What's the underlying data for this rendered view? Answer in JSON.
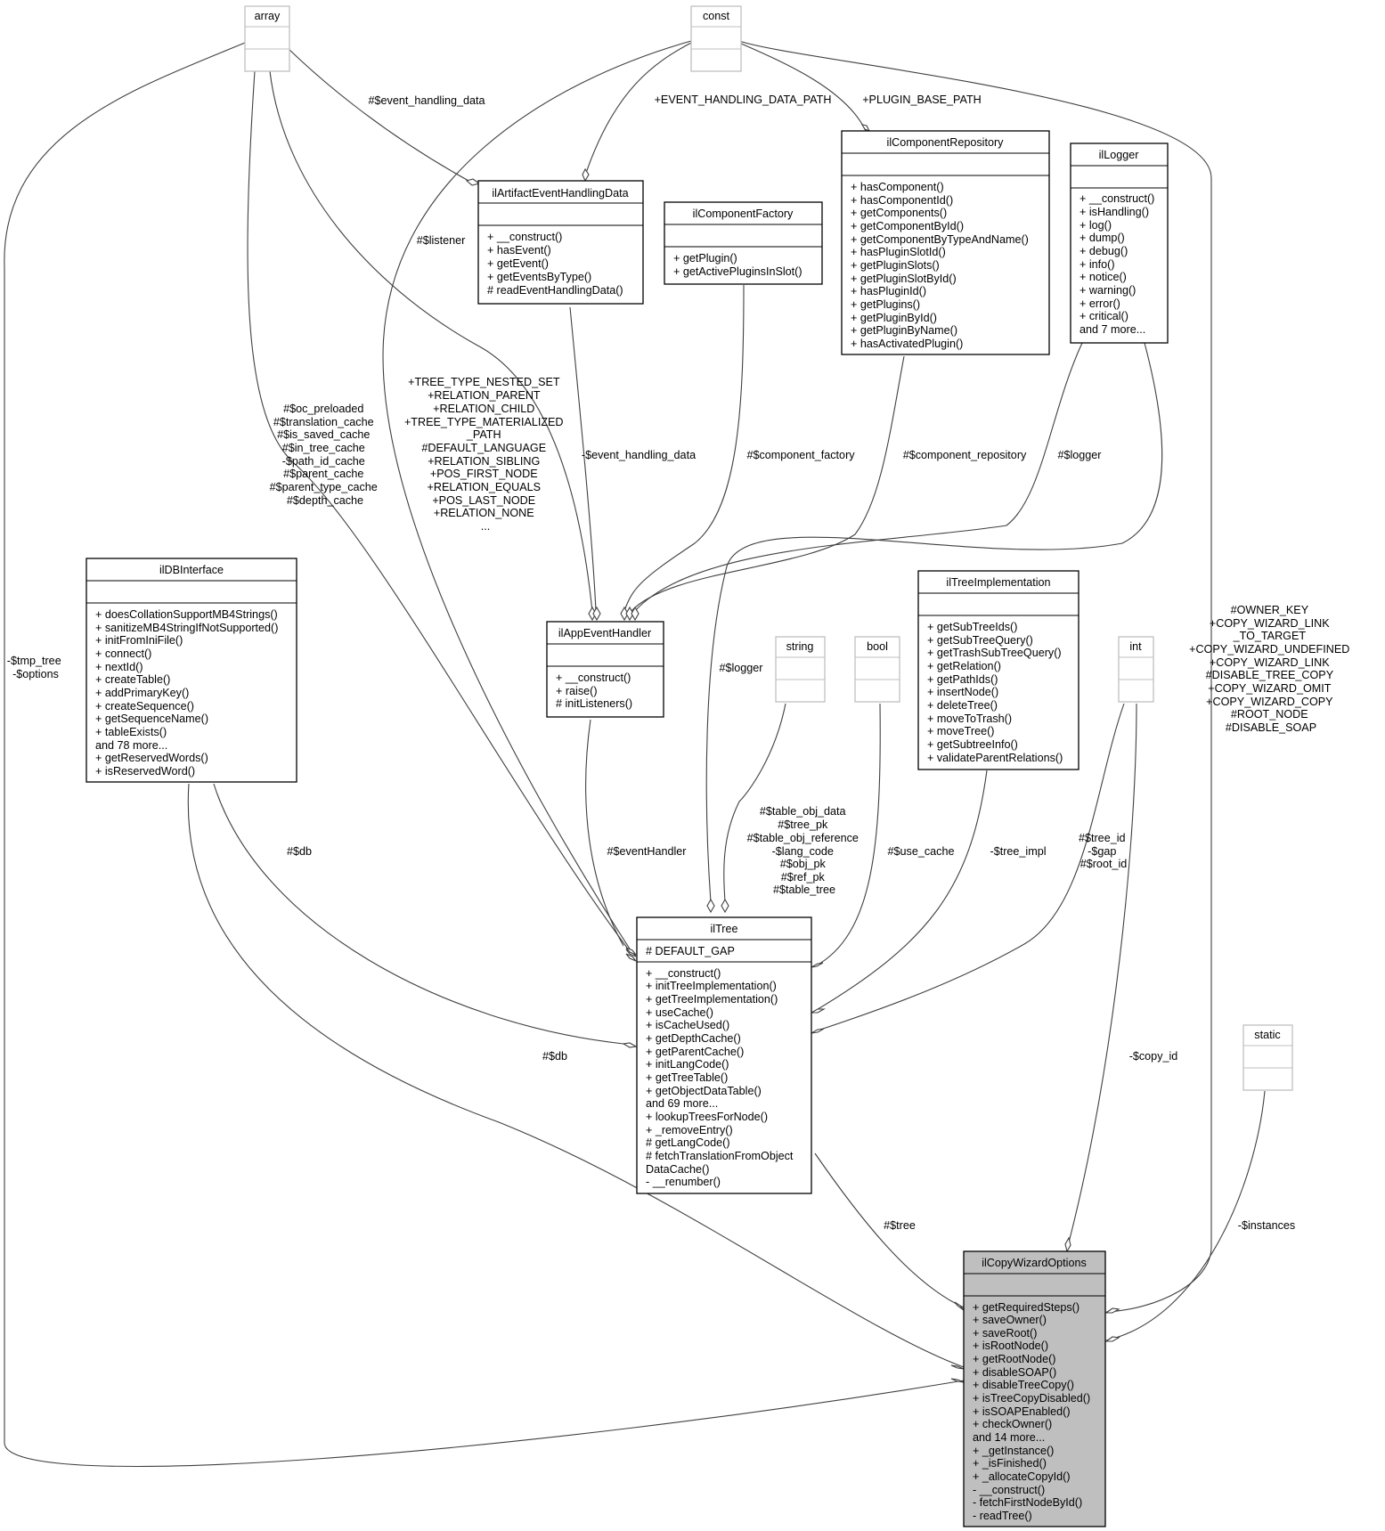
{
  "classes": {
    "array": {
      "name": "array",
      "members": [],
      "methods": []
    },
    "const": {
      "name": "const",
      "members": [],
      "methods": []
    },
    "string": {
      "name": "string",
      "members": [],
      "methods": []
    },
    "bool": {
      "name": "bool",
      "members": [],
      "methods": []
    },
    "int": {
      "name": "int",
      "members": [],
      "methods": []
    },
    "static": {
      "name": "static",
      "members": [],
      "methods": []
    },
    "ilArtifactEventHandlingData": {
      "name": "ilArtifactEventHandlingData",
      "members": [],
      "methods": [
        "+ __construct()",
        "+ hasEvent()",
        "+ getEvent()",
        "+ getEventsByType()",
        "# readEventHandlingData()"
      ]
    },
    "ilComponentFactory": {
      "name": "ilComponentFactory",
      "members": [],
      "methods": [
        "+ getPlugin()",
        "+ getActivePluginsInSlot()"
      ]
    },
    "ilComponentRepository": {
      "name": "ilComponentRepository",
      "members": [],
      "methods": [
        "+ hasComponent()",
        "+ hasComponentId()",
        "+ getComponents()",
        "+ getComponentById()",
        "+ getComponentByTypeAndName()",
        "+ hasPluginSlotId()",
        "+ getPluginSlots()",
        "+ getPluginSlotById()",
        "+ hasPluginId()",
        "+ getPlugins()",
        "+ getPluginById()",
        "+ getPluginByName()",
        "+ hasActivatedPlugin()"
      ]
    },
    "ilLogger": {
      "name": "ilLogger",
      "members": [],
      "methods": [
        "+ __construct()",
        "+ isHandling()",
        "+ log()",
        "+ dump()",
        "+ debug()",
        "+ info()",
        "+ notice()",
        "+ warning()",
        "+ error()",
        "+ critical()",
        "and 7 more..."
      ]
    },
    "ilDBInterface": {
      "name": "ilDBInterface",
      "members": [],
      "methods": [
        "+ doesCollationSupportMB4Strings()",
        "+ sanitizeMB4StringIfNotSupported()",
        "+ initFromIniFile()",
        "+ connect()",
        "+ nextId()",
        "+ createTable()",
        "+ addPrimaryKey()",
        "+ createSequence()",
        "+ getSequenceName()",
        "+ tableExists()",
        "and 78 more...",
        "+ getReservedWords()",
        "+ isReservedWord()"
      ]
    },
    "ilAppEventHandler": {
      "name": "ilAppEventHandler",
      "members": [],
      "methods": [
        "+ __construct()",
        "+ raise()",
        "# initListeners()"
      ]
    },
    "ilTreeImplementation": {
      "name": "ilTreeImplementation",
      "members": [],
      "methods": [
        "+ getSubTreeIds()",
        "+ getSubTreeQuery()",
        "+ getTrashSubTreeQuery()",
        "+ getRelation()",
        "+ getPathIds()",
        "+ insertNode()",
        "+ deleteTree()",
        "+ moveToTrash()",
        "+ moveTree()",
        "+ getSubtreeInfo()",
        "+ validateParentRelations()"
      ]
    },
    "ilTree": {
      "name": "ilTree",
      "members": [
        "# DEFAULT_GAP"
      ],
      "methods": [
        "+ __construct()",
        "+ initTreeImplementation()",
        "+ getTreeImplementation()",
        "+ useCache()",
        "+ isCacheUsed()",
        "+ getDepthCache()",
        "+ getParentCache()",
        "+ initLangCode()",
        "+ getTreeTable()",
        "+ getObjectDataTable()",
        "and 69 more...",
        "+ lookupTreesForNode()",
        "+ _removeEntry()",
        "# getLangCode()",
        "# fetchTranslationFromObject",
        "DataCache()",
        "- __renumber()"
      ]
    },
    "ilCopyWizardOptions": {
      "name": "ilCopyWizardOptions",
      "members": [],
      "methods": [
        "+ getRequiredSteps()",
        "+ saveOwner()",
        "+ saveRoot()",
        "+ isRootNode()",
        "+ getRootNode()",
        "+ disableSOAP()",
        "+ disableTreeCopy()",
        "+ isTreeCopyDisabled()",
        "+ isSOAPEnabled()",
        "+ checkOwner()",
        "and 14 more...",
        "+ _getInstance()",
        "+ _isFinished()",
        "+ _allocateCopyId()",
        "- __construct()",
        "- fetchFirstNodeById()",
        "- readTree()"
      ]
    }
  },
  "edge_labels": {
    "event_handling_data_hash": [
      "#$event_handling_data"
    ],
    "event_handling_data_path": [
      "+EVENT_HANDLING_DATA_PATH"
    ],
    "plugin_base_path": [
      "+PLUGIN_BASE_PATH"
    ],
    "listener": [
      "#$listener"
    ],
    "tree_const": [
      "+TREE_TYPE_NESTED_SET",
      "+RELATION_PARENT",
      "+RELATION_CHILD",
      "+TREE_TYPE_MATERIALIZED",
      "_PATH",
      "#DEFAULT_LANGUAGE",
      "+RELATION_SIBLING",
      "+POS_FIRST_NODE",
      "+RELATION_EQUALS",
      "+POS_LAST_NODE",
      "+RELATION_NONE",
      "..."
    ],
    "tree_array": [
      "#$oc_preloaded",
      "#$translation_cache",
      "#$is_saved_cache",
      "#$in_tree_cache",
      "-$path_id_cache",
      "#$parent_cache",
      "#$parent_type_cache",
      "#$depth_cache"
    ],
    "event_handling_data_minus": [
      "-$event_handling_data"
    ],
    "component_factory": [
      "#$component_factory"
    ],
    "component_repository": [
      "#$component_repository"
    ],
    "logger_app": [
      "#$logger"
    ],
    "logger_tree": [
      "#$logger"
    ],
    "tmp_tree": [
      "-$tmp_tree",
      "-$options"
    ],
    "copy_const": [
      "#OWNER_KEY",
      "+COPY_WIZARD_LINK",
      "_TO_TARGET",
      "+COPY_WIZARD_UNDEFINED",
      "+COPY_WIZARD_LINK",
      "#DISABLE_TREE_COPY",
      "+COPY_WIZARD_OMIT",
      "+COPY_WIZARD_COPY",
      "#ROOT_NODE",
      "#DISABLE_SOAP"
    ],
    "db_tree": [
      "#$db"
    ],
    "db_copy": [
      "#$db"
    ],
    "event_handler": [
      "#$eventHandler"
    ],
    "tree_string": [
      "#$table_obj_data",
      "#$tree_pk",
      "#$table_obj_reference",
      "-$lang_code",
      "#$obj_pk",
      "#$ref_pk",
      "#$table_tree"
    ],
    "use_cache": [
      "#$use_cache"
    ],
    "tree_impl": [
      "-$tree_impl"
    ],
    "tree_int": [
      "#$tree_id",
      "-$gap",
      "#$root_id"
    ],
    "copy_id": [
      "-$copy_id"
    ],
    "tree": [
      "#$tree"
    ],
    "instances": [
      "-$instances"
    ]
  }
}
